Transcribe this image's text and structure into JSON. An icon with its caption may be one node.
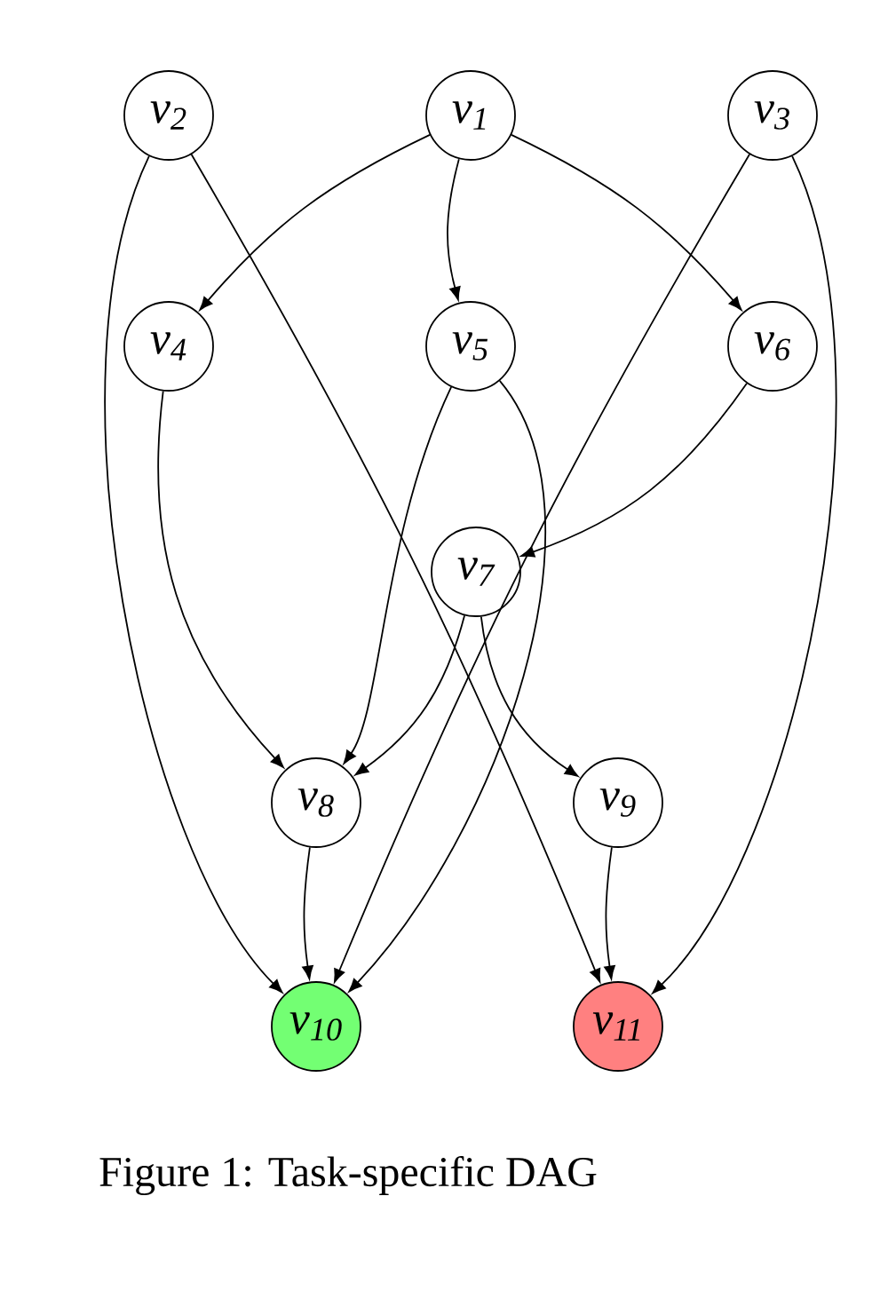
{
  "diagram": {
    "caption": "Figure 1: Task-specific DAG",
    "nodes": [
      {
        "text": [
          "v$_{1}$"
        ]
      },
      {
        "text": [
          "v$_{2}$"
        ]
      },
      {
        "text": [
          "v$_{3}$"
        ]
      },
      {
        "text": [
          "v$_{4}$"
        ]
      },
      {
        "text": [
          "v$_{5}$"
        ]
      },
      {
        "text": [
          "v$_{6}$"
        ]
      },
      {
        "text": [
          "v$_{7}$"
        ]
      },
      {
        "text": [
          "v$_{8}$"
        ]
      },
      {
        "text": [
          "v$_{9}$"
        ]
      },
      {
        "text": [
          "v$_{10}$"
        ]
      },
      {
        "text": [
          "v$_{11}$"
        ]
      }
    ],
    "edges": [
      {
        "from": 0,
        "to": 3,
        "arrow": "to"
      },
      {
        "from": 0,
        "to": 4,
        "arrow": "to"
      },
      {
        "from": 0,
        "to": 5,
        "arrow": "to"
      },
      {
        "from": 1,
        "to": 9,
        "arrow": "to"
      },
      {
        "from": 1,
        "to": 10,
        "arrow": "to"
      },
      {
        "from": 2,
        "to": 9,
        "arrow": "to"
      },
      {
        "from": 2,
        "to": 10,
        "arrow": "to"
      },
      {
        "from": 3,
        "to": 7,
        "arrow": "to"
      },
      {
        "from": 4,
        "to": 7,
        "arrow": "to"
      },
      {
        "from": 4,
        "to": 9,
        "arrow": "to"
      },
      {
        "from": 5,
        "to": 6,
        "arrow": "to"
      },
      {
        "from": 6,
        "to": 7,
        "arrow": "to"
      },
      {
        "from": 6,
        "to": 8,
        "arrow": "to"
      },
      {
        "from": 7,
        "to": 9,
        "arrow": "to"
      },
      {
        "from": 8,
        "to": 10,
        "arrow": "to"
      }
    ]
  }
}
